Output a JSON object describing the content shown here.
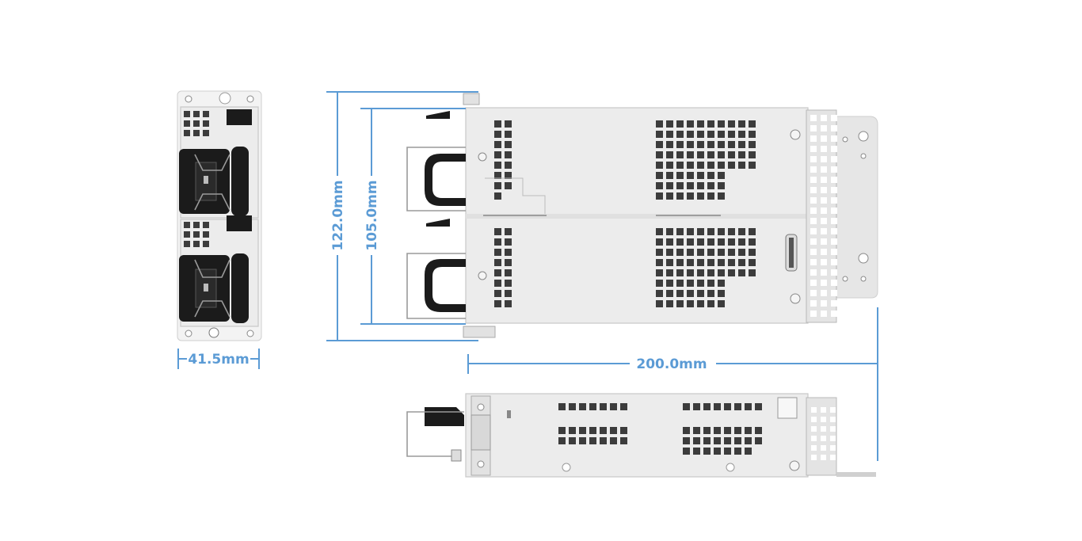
{
  "dimensions": {
    "width_front": "41.5mm",
    "height_outer": "122.0mm",
    "height_inner": "105.0mm",
    "length": "200.0mm"
  },
  "colors": {
    "dimension_line": "#5b9bd5",
    "chassis": "#ececec",
    "vent_hole": "#3c3c3c",
    "handle": "#1b1b1b",
    "background": "#ffffff"
  }
}
